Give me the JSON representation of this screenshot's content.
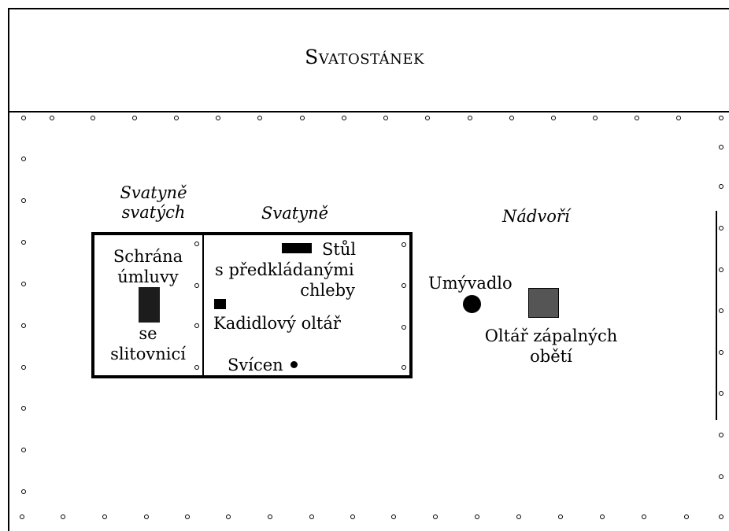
{
  "title": "Svatostánek",
  "areas": {
    "most_holy": [
      "Svatyně",
      "svatých"
    ],
    "holy": "Svatyně",
    "court": "Nádvoří"
  },
  "items": {
    "ark": {
      "lines": [
        "Schrána",
        "úmluvy",
        "se",
        "slitovnicí"
      ]
    },
    "table": {
      "lines": [
        "Stůl",
        "s předkládanými",
        "chleby"
      ]
    },
    "incense_altar": "Kadidlový oltář",
    "lampstand": "Svícen",
    "laver": "Umývadlo",
    "burnt_altar": [
      "Oltář zápalných",
      "obětí"
    ]
  },
  "colors": {
    "ark": "#1c1c1c",
    "burnt_altar": "#555555",
    "ink": "#000000"
  },
  "icons": {
    "ark": "dark-rectangle",
    "table": "black-rectangle",
    "incense_altar": "black-square",
    "lampstand": "small-black-circle",
    "laver": "black-circle",
    "burnt_altar": "grey-square"
  }
}
